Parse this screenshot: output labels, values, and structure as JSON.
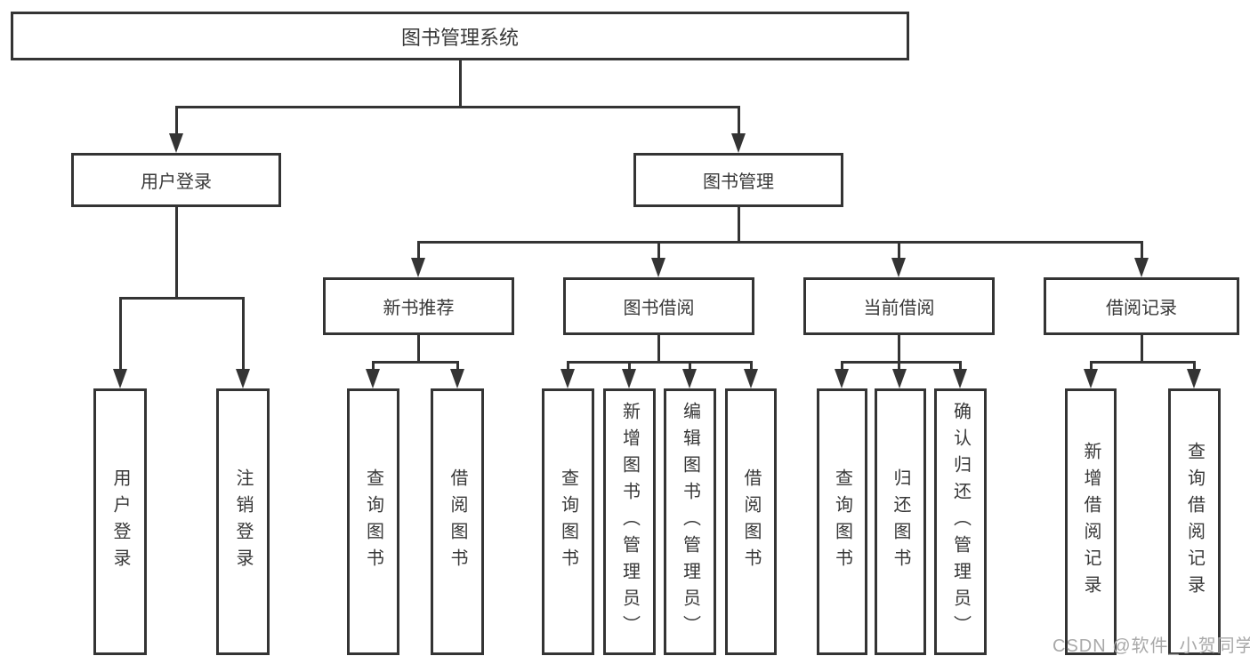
{
  "diagram": {
    "root": {
      "label": "图书管理系统"
    },
    "branches": [
      {
        "label": "用户登录",
        "children": [
          {
            "label": "用户登录"
          },
          {
            "label": "注销登录"
          }
        ]
      },
      {
        "label": "图书管理",
        "children": [
          {
            "label": "新书推荐",
            "children": [
              {
                "label": "查询图书"
              },
              {
                "label": "借阅图书"
              }
            ]
          },
          {
            "label": "图书借阅",
            "children": [
              {
                "label": "查询图书"
              },
              {
                "label": "新增图书（管理员）"
              },
              {
                "label": "编辑图书（管理员）"
              },
              {
                "label": "借阅图书"
              }
            ]
          },
          {
            "label": "当前借阅",
            "children": [
              {
                "label": "查询图书"
              },
              {
                "label": "归还图书"
              },
              {
                "label": "确认归还（管理员）"
              }
            ]
          },
          {
            "label": "借阅记录",
            "children": [
              {
                "label": "新增借阅记录"
              },
              {
                "label": "查询借阅记录"
              }
            ]
          }
        ]
      }
    ],
    "watermark": "CSDN @软件_小贺同学",
    "colors": {
      "line": "#343434",
      "text": "#383838",
      "watermark": "#a9a9a9",
      "background": "#ffffff"
    }
  }
}
